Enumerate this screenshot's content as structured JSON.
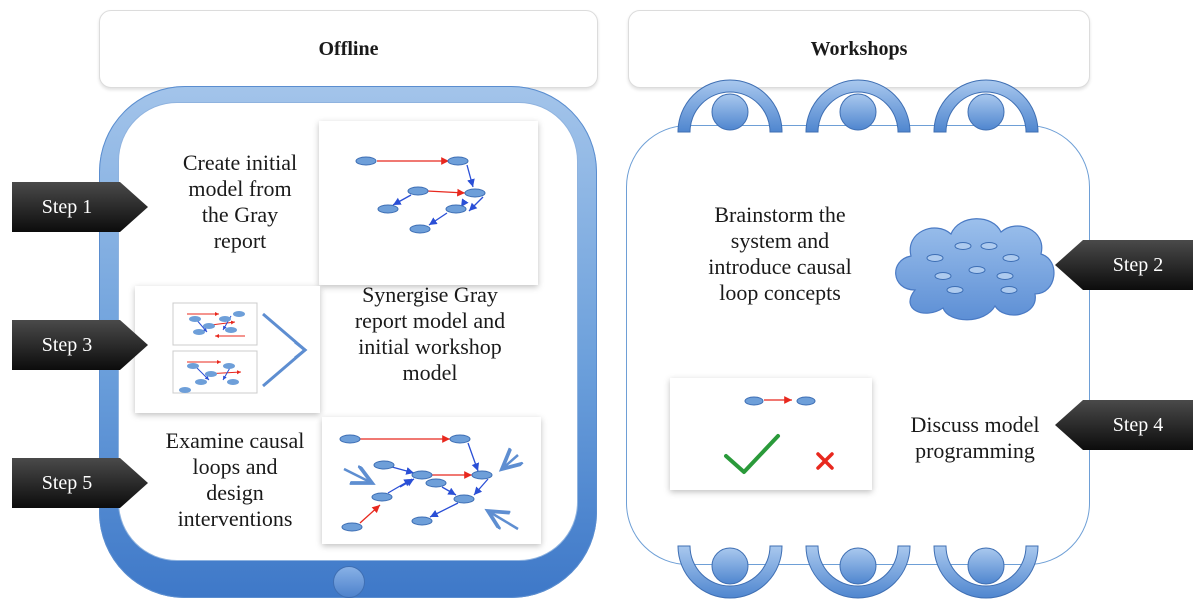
{
  "headers": {
    "offline": "Offline",
    "workshops": "Workshops"
  },
  "texts": {
    "create_initial": "Create initial\nmodel from\nthe Gray\nreport",
    "synergise": "Synergise Gray\nreport model and\ninitial workshop\nmodel",
    "examine": "Examine causal\nloops and\ndesign\ninterventions",
    "brainstorm": "Brainstorm the\nsystem and\nintroduce causal\nloop concepts",
    "discuss": "Discuss model\nprogramming"
  },
  "steps": {
    "step1": "Step 1",
    "step2": "Step 2",
    "step3": "Step 3",
    "step4": "Step 4",
    "step5": "Step 5"
  },
  "colors": {
    "frame_blue": "#5b8fd3",
    "node_blue": "#6e9fd9",
    "arrow_red": "#e8281e",
    "arrow_blue": "#2a4fd6",
    "check_green": "#2a9a3a",
    "cross_red": "#e8281e",
    "step_dark": "#1f1f1f"
  },
  "icons": {
    "check": "check-icon",
    "cross": "cross-icon",
    "cloud": "cloud-icon"
  }
}
